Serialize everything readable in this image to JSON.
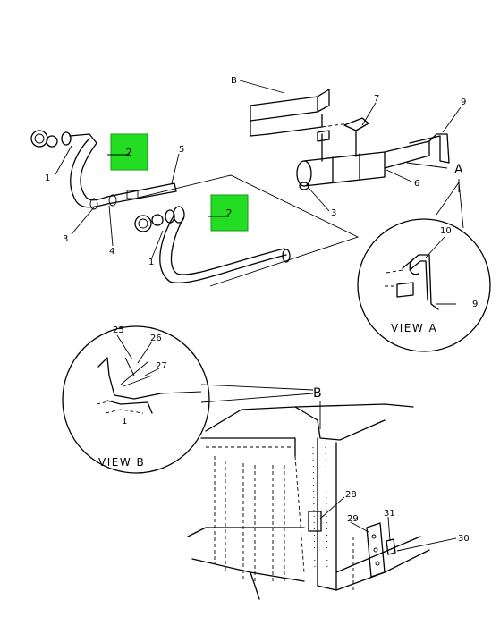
{
  "labels": {
    "b_top": "B",
    "n7": "7",
    "n9_top": "9",
    "n6": "6",
    "n3_muffler": "3",
    "n5": "5",
    "n1_left": "1",
    "n3_left": "3",
    "n4": "4",
    "n1_mid": "1",
    "a_marker": "A",
    "n10": "10",
    "n9_view": "9",
    "view_a": "VIEW A",
    "n25": "25",
    "n26": "26",
    "n27": "27",
    "n1_viewb": "1",
    "view_b": "VIEW B",
    "b_cab": "B",
    "n28": "28",
    "n29": "29",
    "n31": "31",
    "n30": "30"
  },
  "callouts": [
    {
      "id": "callout-2-upper",
      "text": "2"
    },
    {
      "id": "callout-2-lower",
      "text": "2"
    }
  ],
  "colors": {
    "callout_fill": "#22dd22",
    "line": "#000000"
  }
}
